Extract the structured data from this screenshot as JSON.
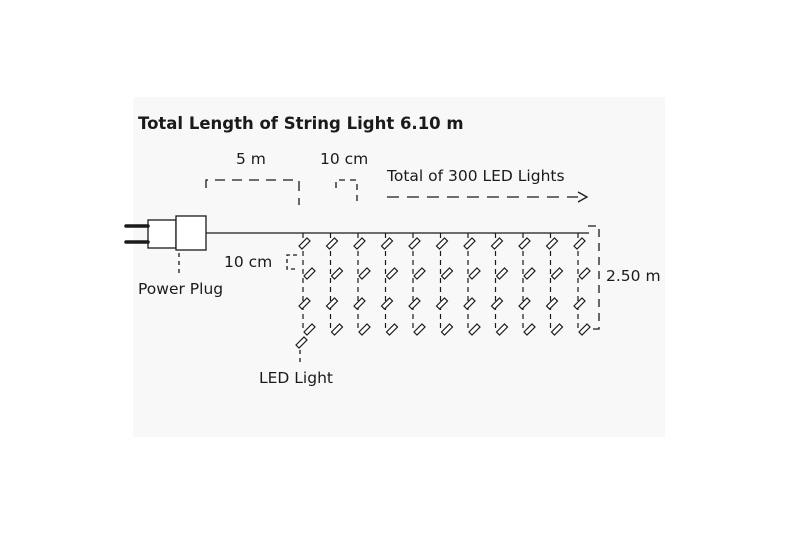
{
  "title": "Total Length of String Light 6.10 m",
  "dimensions": {
    "lead_cable": "5 m",
    "strand_spacing": "10 cm",
    "total_leds": "Total of 300 LED Lights",
    "led_spacing": "10 cm",
    "drop_height": "2.50 m"
  },
  "parts": {
    "plug": "Power Plug",
    "led": "LED Light"
  }
}
